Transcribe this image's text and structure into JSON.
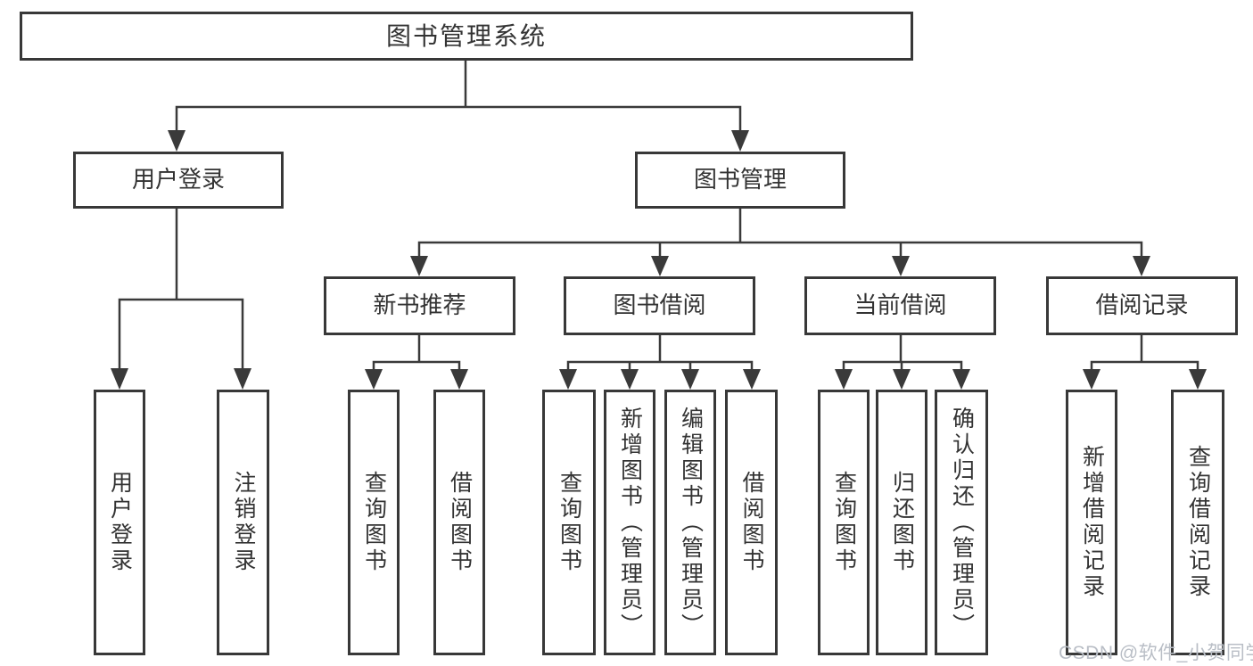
{
  "tree": {
    "label": "图书管理系统",
    "children": [
      {
        "label": "用户登录",
        "children": [
          {
            "label": "用户登录"
          },
          {
            "label": "注销登录"
          }
        ]
      },
      {
        "label": "图书管理",
        "children": [
          {
            "label": "新书推荐",
            "children": [
              {
                "label": "查询图书"
              },
              {
                "label": "借阅图书"
              }
            ]
          },
          {
            "label": "图书借阅",
            "children": [
              {
                "label": "查询图书"
              },
              {
                "label": "新增图书（管理员）"
              },
              {
                "label": "编辑图书（管理员）"
              },
              {
                "label": "借阅图书"
              }
            ]
          },
          {
            "label": "当前借阅",
            "children": [
              {
                "label": "查询图书"
              },
              {
                "label": "归还图书"
              },
              {
                "label": "确认归还（管理员）"
              }
            ]
          },
          {
            "label": "借阅记录",
            "children": [
              {
                "label": "新增借阅记录"
              },
              {
                "label": "查询借阅记录"
              }
            ]
          }
        ]
      }
    ]
  },
  "watermark": {
    "text": "CSDN @软件_小贺同学"
  },
  "colors": {
    "line": "#3a3a3a",
    "box_border": "#383838",
    "text": "#333333",
    "watermark": "#b9bec6",
    "background": "#ffffff"
  }
}
